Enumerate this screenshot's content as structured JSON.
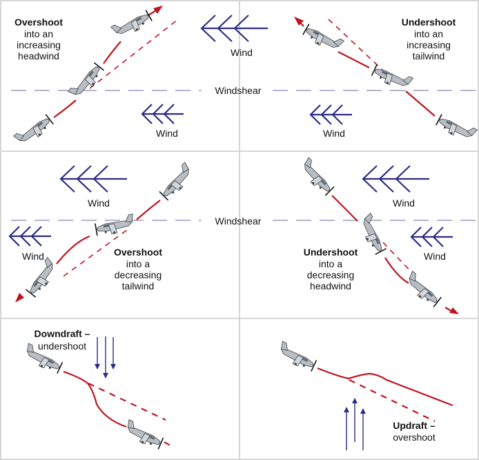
{
  "figure": {
    "panels": [
      {
        "id": "overshoot-increasing-headwind",
        "title": "Overshoot",
        "subtitle_lines": [
          "into an",
          "increasing",
          "headwind"
        ],
        "wind_labels": [
          "Wind",
          "Wind"
        ],
        "shear_label": "Windshear"
      },
      {
        "id": "undershoot-increasing-tailwind",
        "title": "Undershoot",
        "subtitle_lines": [
          "into an",
          "increasing",
          "tailwind"
        ],
        "wind_labels": [
          "Wind"
        ]
      },
      {
        "id": "overshoot-decreasing-tailwind",
        "title": "Overshoot",
        "subtitle_lines": [
          "into a",
          "decreasing",
          "tailwind"
        ],
        "wind_labels": [
          "Wind",
          "Wind"
        ],
        "shear_label": "Windshear"
      },
      {
        "id": "undershoot-decreasing-headwind",
        "title": "Undershoot",
        "subtitle_lines": [
          "into a",
          "decreasing",
          "headwind"
        ],
        "wind_labels": [
          "Wind",
          "Wind"
        ]
      },
      {
        "id": "downdraft-undershoot",
        "title": "Downdraft –",
        "subtitle_lines": [
          "undershoot"
        ]
      },
      {
        "id": "updraft-overshoot",
        "title": "Updraft –",
        "subtitle_lines": [
          "overshoot"
        ]
      }
    ]
  },
  "colors": {
    "flight_path": "#c0121d",
    "wind_arrows": "#2b2b86",
    "windshear_line": "#9a9ac4",
    "grid_lines": "#d6d6d6"
  }
}
